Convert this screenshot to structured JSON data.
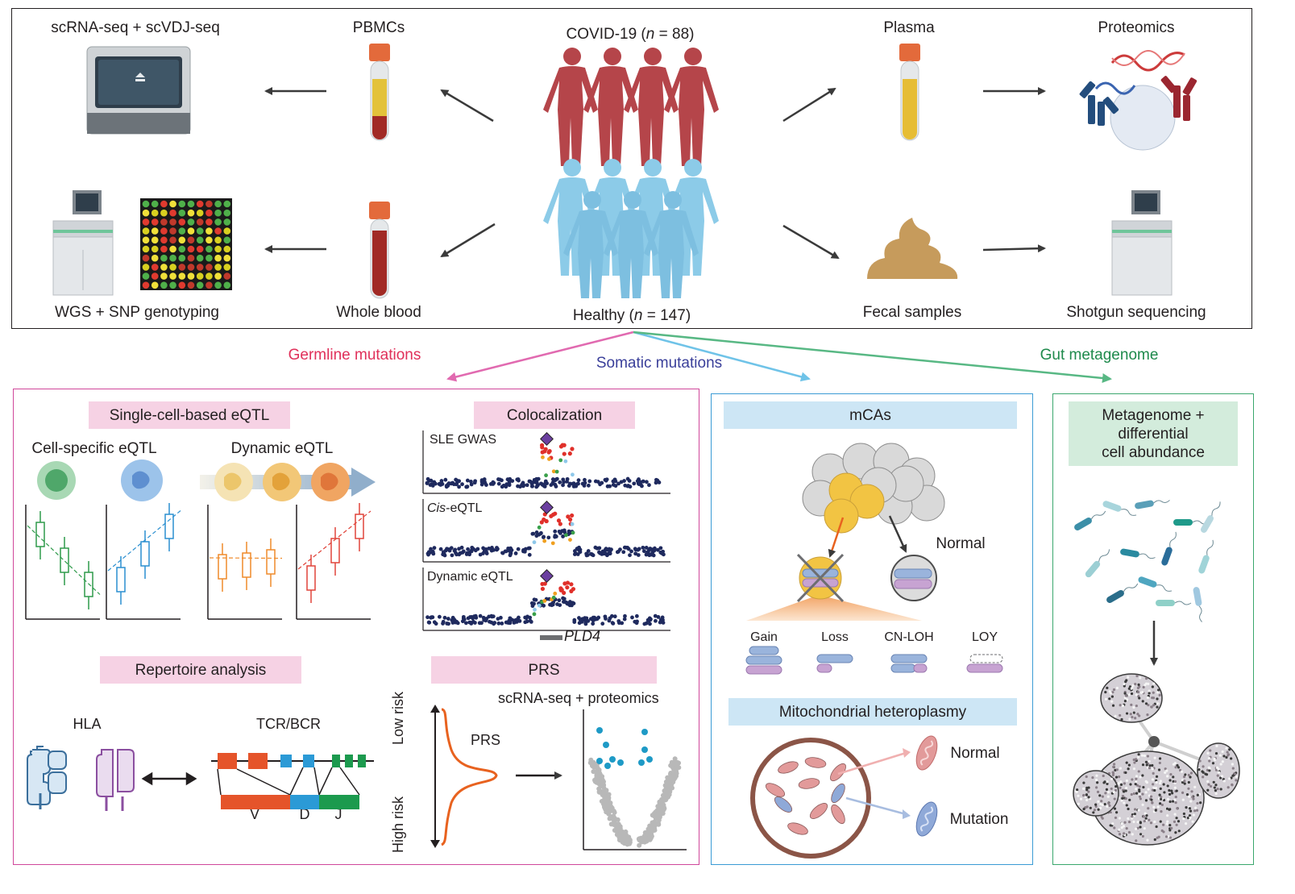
{
  "top_panel": {
    "cohorts": {
      "covid": {
        "label_prefix": "COVID-19 (",
        "n_var": "n",
        "n_value": " = 88)",
        "color": "#b5454a"
      },
      "healthy": {
        "label_prefix": "Healthy (",
        "n_var": "n",
        "n_value": " = 147)",
        "color": "#8ccbe8"
      }
    },
    "samples": {
      "pbmcs": "PBMCs",
      "plasma": "Plasma",
      "whole_blood": "Whole blood",
      "fecal": "Fecal samples"
    },
    "assays": {
      "scrna": "scRNA-seq + scVDJ-seq",
      "proteomics": "Proteomics",
      "wgs": "WGS + SNP genotyping",
      "shotgun": "Shotgun sequencing"
    }
  },
  "branches": {
    "germline": {
      "label": "Germline mutations",
      "color": "#e0305a"
    },
    "somatic": {
      "label": "Somatic mutations",
      "color": "#3a3f9a"
    },
    "gut": {
      "label": "Gut metagenome",
      "color": "#1f8a4c"
    }
  },
  "germline_panel": {
    "border_color": "#d0479b",
    "sc_eqtl": {
      "title": "Single-cell-based eQTL",
      "cell_specific": "Cell-specific eQTL",
      "dynamic": "Dynamic eQTL"
    },
    "colocalization": {
      "title": "Colocalization",
      "tracks": [
        {
          "label_italic": "",
          "label": "SLE GWAS"
        },
        {
          "label_italic": "Cis",
          "label": "-eQTL"
        },
        {
          "label_italic": "",
          "label": "Dynamic eQTL"
        }
      ],
      "gene": "PLD4"
    },
    "repertoire": {
      "title": "Repertoire analysis",
      "hla": "HLA",
      "tcr_bcr": "TCR/BCR",
      "segments": [
        "V",
        "D",
        "J"
      ]
    },
    "prs": {
      "title": "PRS",
      "subtitle": "scRNA-seq + proteomics",
      "curve_label": "PRS",
      "axis_low": "Low risk",
      "axis_high": "High risk"
    }
  },
  "somatic_panel": {
    "border_color": "#3a9bd5",
    "mcas": {
      "title": "mCAs",
      "normal": "Normal",
      "events": [
        "Gain",
        "Loss",
        "CN-LOH",
        "LOY"
      ]
    },
    "mito": {
      "title": "Mitochondrial heteroplasmy",
      "normal": "Normal",
      "mutation": "Mutation"
    }
  },
  "gut_panel": {
    "border_color": "#3aa76d",
    "title_lines": [
      "Metagenome +",
      "differential",
      "cell abundance"
    ]
  },
  "colors": {
    "pink_pill": "#f6d2e4",
    "blue_pill": "#cde6f5",
    "green_pill": "#d3ecdc",
    "arrow": "#3a3a3a",
    "eqtl_green": "#2e9a4a",
    "eqtl_blue": "#2a8fd0",
    "eqtl_orange": "#ef8a2a",
    "eqtl_red": "#e0443a",
    "manhattan_navy": "#1f2a5e",
    "lead_snp": "#6b3fa0"
  }
}
